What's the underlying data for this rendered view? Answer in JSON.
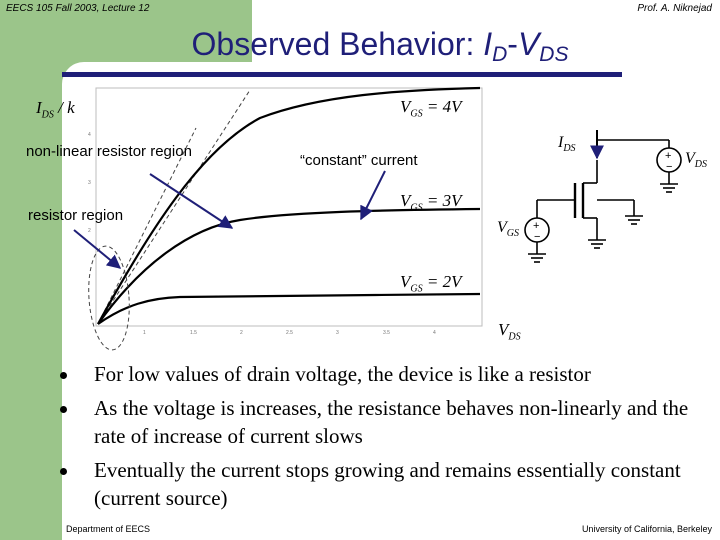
{
  "header": {
    "course": "EECS 105 Fall 2003, Lecture 12",
    "author": "Prof. A. Niknejad"
  },
  "title": {
    "prefix": "Observed Behavior: ",
    "id_main": "I",
    "id_sub": "D",
    "dash": "-",
    "vds_main": "V",
    "vds_sub": "DS"
  },
  "graph": {
    "y_axis_label": "I",
    "y_axis_sub": "DS",
    "y_axis_suffix": " / k",
    "x_axis_label": "V",
    "x_axis_sub": "DS",
    "curve_labels": [
      {
        "main": "V",
        "sub": "GS",
        "eq": " = 4V"
      },
      {
        "main": "V",
        "sub": "GS",
        "eq": " = 3V"
      },
      {
        "main": "V",
        "sub": "GS",
        "eq": " = 2V"
      }
    ],
    "y_ticks": [
      "4",
      "3",
      "2"
    ],
    "x_ticks": [
      "1",
      "1.5",
      "2",
      "2.5",
      "3",
      "3.5",
      "4"
    ]
  },
  "annotations": {
    "nonlinear": "non-linear resistor region",
    "constant": "“constant” current",
    "resistor": "resistor region"
  },
  "circuit": {
    "ids_main": "I",
    "ids_sub": "DS",
    "vds_main": "V",
    "vds_sub": "DS",
    "vgs_main": "V",
    "vgs_sub": "GS"
  },
  "bullets": [
    "For low values of drain voltage, the device is like a resistor",
    "As the voltage is increases, the resistance behaves non-linearly and the rate of increase of current slows",
    "Eventually the current stops growing and remains essentially constant (current source)"
  ],
  "footer": {
    "left": "Department of EECS",
    "right": "University of California, Berkeley"
  }
}
